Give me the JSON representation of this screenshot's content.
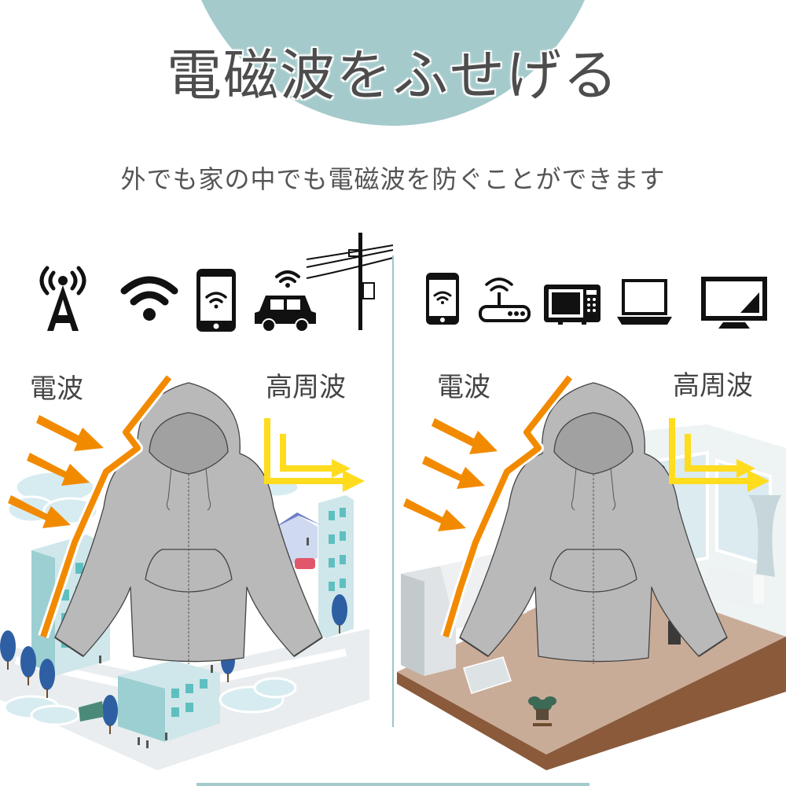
{
  "title": "電磁波をふせげる",
  "subtitle": "外でも家の中でも電磁波を防ぐことができます",
  "colors": {
    "accent_teal": "#a4cacb",
    "orange_wave": "#f28a00",
    "yellow_wave": "#ffdc1e",
    "hoodie": "#b9b9b9",
    "text": "#444444"
  },
  "outdoor": {
    "icons": [
      "antenna-tower-icon",
      "wifi-icon",
      "smartphone-icon",
      "car-icon",
      "utility-pole-icon"
    ],
    "label_electric_wave": "電波",
    "label_high_frequency": "高周波"
  },
  "indoor": {
    "icons": [
      "smartphone-icon",
      "router-icon",
      "microwave-icon",
      "laptop-icon",
      "tv-icon"
    ],
    "label_electric_wave": "電波",
    "label_high_frequency": "高周波"
  }
}
